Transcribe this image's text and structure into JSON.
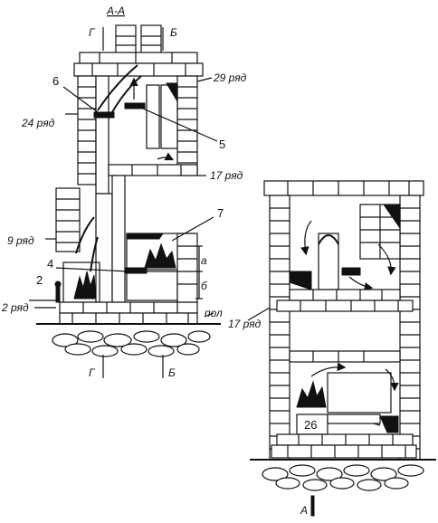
{
  "section_title": "А-А",
  "cut_marks": {
    "g": "Г",
    "b": "Б",
    "a": "А"
  },
  "row_labels": {
    "row29": "29 ряд",
    "row24": "24 ряд",
    "row17_left": "17 ряд",
    "row9": "9 ряд",
    "row2": "2 ряд",
    "row17_right": "17 ряд"
  },
  "floor_label": "пол",
  "dimension_labels": {
    "a": "а",
    "b": "б"
  },
  "callouts": {
    "n2": "2",
    "n4": "4",
    "n5": "5",
    "n6": "6",
    "n7": "7",
    "n26": "26"
  }
}
